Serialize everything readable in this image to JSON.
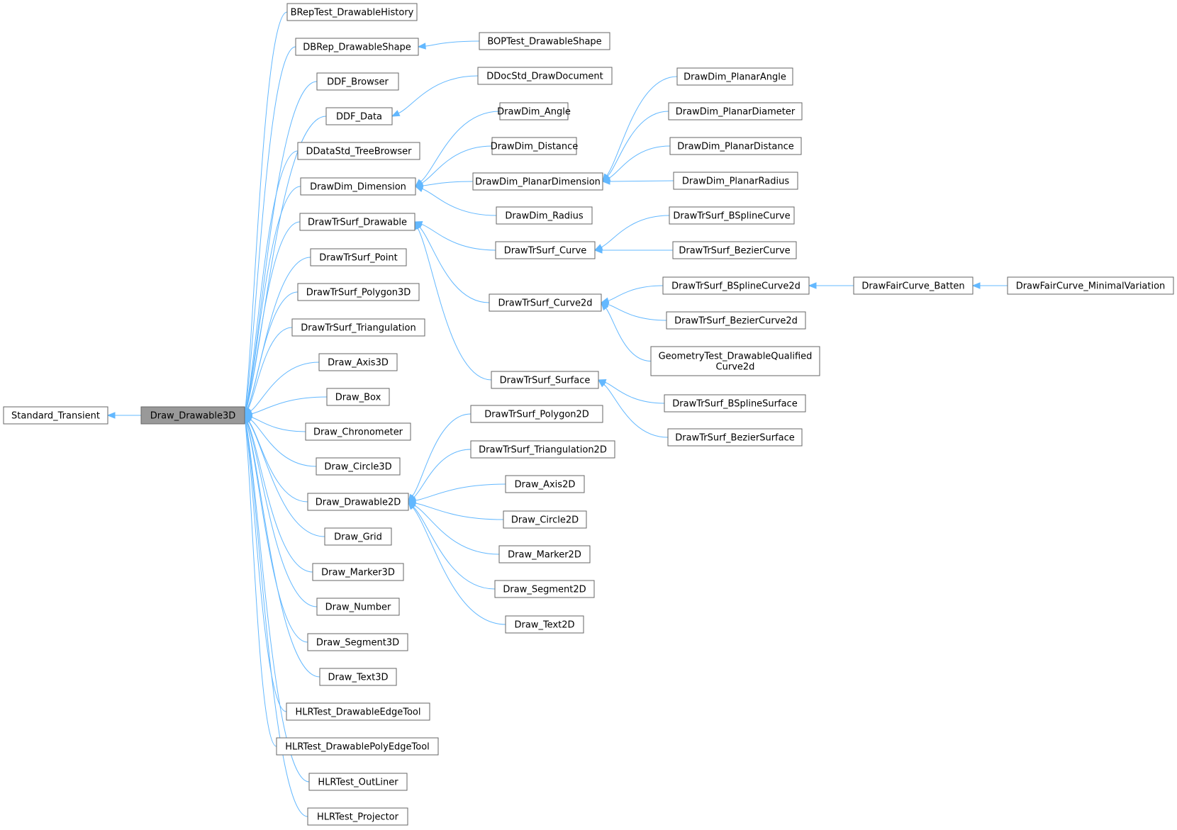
{
  "title": "",
  "colors": {
    "edge": "#63b8ff",
    "node_border": "#666666",
    "root_fill": "#999999",
    "node_fill": "#ffffff"
  },
  "nodes": [
    {
      "id": "std",
      "label": [
        "Standard_Transient"
      ]
    },
    {
      "id": "d3",
      "label": [
        "Draw_Drawable3D"
      ],
      "root": true
    },
    {
      "id": "brep_hist",
      "label": [
        "BRepTest_DrawableHistory"
      ]
    },
    {
      "id": "dbrep",
      "label": [
        "DBRep_DrawableShape"
      ]
    },
    {
      "id": "bop",
      "label": [
        "BOPTest_DrawableShape"
      ]
    },
    {
      "id": "ddf_browser",
      "label": [
        "DDF_Browser"
      ]
    },
    {
      "id": "ddf_data",
      "label": [
        "DDF_Data"
      ]
    },
    {
      "id": "ddoc",
      "label": [
        "DDocStd_DrawDocument"
      ]
    },
    {
      "id": "ddata_tree",
      "label": [
        "DDataStd_TreeBrowser"
      ]
    },
    {
      "id": "dim",
      "label": [
        "DrawDim_Dimension"
      ]
    },
    {
      "id": "dim_angle",
      "label": [
        "DrawDim_Angle"
      ]
    },
    {
      "id": "dim_dist",
      "label": [
        "DrawDim_Distance"
      ]
    },
    {
      "id": "dim_planar",
      "label": [
        "DrawDim_PlanarDimension"
      ]
    },
    {
      "id": "dim_radius",
      "label": [
        "DrawDim_Radius"
      ]
    },
    {
      "id": "pl_angle",
      "label": [
        "DrawDim_PlanarAngle"
      ]
    },
    {
      "id": "pl_diam",
      "label": [
        "DrawDim_PlanarDiameter"
      ]
    },
    {
      "id": "pl_dist",
      "label": [
        "DrawDim_PlanarDistance"
      ]
    },
    {
      "id": "pl_radius",
      "label": [
        "DrawDim_PlanarRadius"
      ]
    },
    {
      "id": "trs_drawable",
      "label": [
        "DrawTrSurf_Drawable"
      ]
    },
    {
      "id": "trs_curve",
      "label": [
        "DrawTrSurf_Curve"
      ]
    },
    {
      "id": "trs_curve2d",
      "label": [
        "DrawTrSurf_Curve2d"
      ]
    },
    {
      "id": "trs_surface",
      "label": [
        "DrawTrSurf_Surface"
      ]
    },
    {
      "id": "bspline_curve",
      "label": [
        "DrawTrSurf_BSplineCurve"
      ]
    },
    {
      "id": "bezier_curve",
      "label": [
        "DrawTrSurf_BezierCurve"
      ]
    },
    {
      "id": "bspline_curve2d",
      "label": [
        "DrawTrSurf_BSplineCurve2d"
      ]
    },
    {
      "id": "bezier_curve2d",
      "label": [
        "DrawTrSurf_BezierCurve2d"
      ]
    },
    {
      "id": "geom_test",
      "label": [
        "GeometryTest_DrawableQualified",
        "Curve2d"
      ]
    },
    {
      "id": "batten",
      "label": [
        "DrawFairCurve_Batten"
      ]
    },
    {
      "id": "minvar",
      "label": [
        "DrawFairCurve_MinimalVariation"
      ]
    },
    {
      "id": "bspline_surface",
      "label": [
        "DrawTrSurf_BSplineSurface"
      ]
    },
    {
      "id": "bezier_surface",
      "label": [
        "DrawTrSurf_BezierSurface"
      ]
    },
    {
      "id": "trs_point",
      "label": [
        "DrawTrSurf_Point"
      ]
    },
    {
      "id": "trs_poly3d",
      "label": [
        "DrawTrSurf_Polygon3D"
      ]
    },
    {
      "id": "trs_tri",
      "label": [
        "DrawTrSurf_Triangulation"
      ]
    },
    {
      "id": "axis3d",
      "label": [
        "Draw_Axis3D"
      ]
    },
    {
      "id": "box",
      "label": [
        "Draw_Box"
      ]
    },
    {
      "id": "chrono",
      "label": [
        "Draw_Chronometer"
      ]
    },
    {
      "id": "circle3d",
      "label": [
        "Draw_Circle3D"
      ]
    },
    {
      "id": "d2",
      "label": [
        "Draw_Drawable2D"
      ]
    },
    {
      "id": "trs_poly2d",
      "label": [
        "DrawTrSurf_Polygon2D"
      ]
    },
    {
      "id": "trs_tri2d",
      "label": [
        "DrawTrSurf_Triangulation2D"
      ]
    },
    {
      "id": "axis2d",
      "label": [
        "Draw_Axis2D"
      ]
    },
    {
      "id": "circle2d",
      "label": [
        "Draw_Circle2D"
      ]
    },
    {
      "id": "marker2d",
      "label": [
        "Draw_Marker2D"
      ]
    },
    {
      "id": "segment2d",
      "label": [
        "Draw_Segment2D"
      ]
    },
    {
      "id": "text2d",
      "label": [
        "Draw_Text2D"
      ]
    },
    {
      "id": "grid",
      "label": [
        "Draw_Grid"
      ]
    },
    {
      "id": "marker3d",
      "label": [
        "Draw_Marker3D"
      ]
    },
    {
      "id": "number",
      "label": [
        "Draw_Number"
      ]
    },
    {
      "id": "segment3d",
      "label": [
        "Draw_Segment3D"
      ]
    },
    {
      "id": "text3d",
      "label": [
        "Draw_Text3D"
      ]
    },
    {
      "id": "hlr_edge",
      "label": [
        "HLRTest_DrawableEdgeTool"
      ]
    },
    {
      "id": "hlr_polyedge",
      "label": [
        "HLRTest_DrawablePolyEdgeTool"
      ]
    },
    {
      "id": "hlr_outliner",
      "label": [
        "HLRTest_OutLiner"
      ]
    },
    {
      "id": "hlr_projector",
      "label": [
        "HLRTest_Projector"
      ]
    }
  ],
  "edges": [
    [
      "d3",
      "std"
    ],
    [
      "brep_hist",
      "d3"
    ],
    [
      "dbrep",
      "d3"
    ],
    [
      "ddf_browser",
      "d3"
    ],
    [
      "ddf_data",
      "d3"
    ],
    [
      "ddata_tree",
      "d3"
    ],
    [
      "dim",
      "d3"
    ],
    [
      "trs_drawable",
      "d3"
    ],
    [
      "trs_point",
      "d3"
    ],
    [
      "trs_poly3d",
      "d3"
    ],
    [
      "trs_tri",
      "d3"
    ],
    [
      "axis3d",
      "d3"
    ],
    [
      "box",
      "d3"
    ],
    [
      "chrono",
      "d3"
    ],
    [
      "circle3d",
      "d3"
    ],
    [
      "d2",
      "d3"
    ],
    [
      "grid",
      "d3"
    ],
    [
      "marker3d",
      "d3"
    ],
    [
      "number",
      "d3"
    ],
    [
      "segment3d",
      "d3"
    ],
    [
      "text3d",
      "d3"
    ],
    [
      "hlr_edge",
      "d3"
    ],
    [
      "hlr_polyedge",
      "d3"
    ],
    [
      "hlr_outliner",
      "d3"
    ],
    [
      "hlr_projector",
      "d3"
    ],
    [
      "bop",
      "dbrep"
    ],
    [
      "ddoc",
      "ddf_data"
    ],
    [
      "dim_angle",
      "dim"
    ],
    [
      "dim_dist",
      "dim"
    ],
    [
      "dim_planar",
      "dim"
    ],
    [
      "dim_radius",
      "dim"
    ],
    [
      "pl_angle",
      "dim_planar"
    ],
    [
      "pl_diam",
      "dim_planar"
    ],
    [
      "pl_dist",
      "dim_planar"
    ],
    [
      "pl_radius",
      "dim_planar"
    ],
    [
      "trs_curve",
      "trs_drawable"
    ],
    [
      "trs_curve2d",
      "trs_drawable"
    ],
    [
      "trs_surface",
      "trs_drawable"
    ],
    [
      "bspline_curve",
      "trs_curve"
    ],
    [
      "bezier_curve",
      "trs_curve"
    ],
    [
      "bspline_curve2d",
      "trs_curve2d"
    ],
    [
      "bezier_curve2d",
      "trs_curve2d"
    ],
    [
      "geom_test",
      "trs_curve2d"
    ],
    [
      "batten",
      "bspline_curve2d"
    ],
    [
      "minvar",
      "batten"
    ],
    [
      "bspline_surface",
      "trs_surface"
    ],
    [
      "bezier_surface",
      "trs_surface"
    ],
    [
      "trs_poly2d",
      "d2"
    ],
    [
      "trs_tri2d",
      "d2"
    ],
    [
      "axis2d",
      "d2"
    ],
    [
      "circle2d",
      "d2"
    ],
    [
      "marker2d",
      "d2"
    ],
    [
      "segment2d",
      "d2"
    ],
    [
      "text2d",
      "d2"
    ]
  ]
}
